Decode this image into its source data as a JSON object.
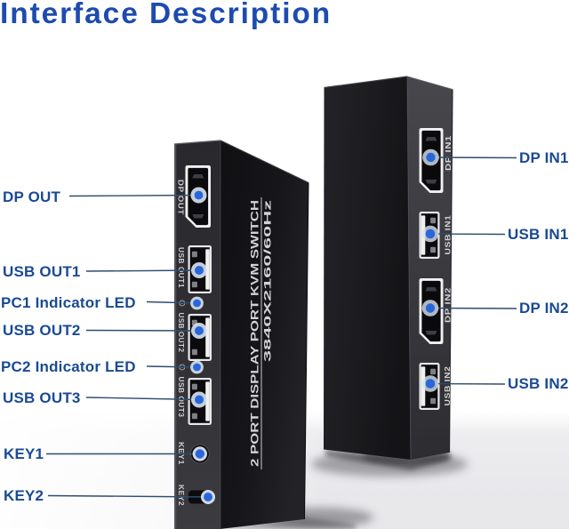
{
  "title": "Interface Description",
  "colors": {
    "title_blue": "#1d4bb0",
    "label_blue": "#1a4a94",
    "line_navy": "#2e4d6f",
    "dot_blue": "#2a66da",
    "device_black": "#1a1a1d"
  },
  "left_device": {
    "description": "2 port DP KVM switch, front panel view",
    "side_text_line1": "2 PORT DISPLAY PORT KVM SWITCH",
    "side_text_line2": "3840X2160/60Hz",
    "printed_labels": {
      "dp_out": "DP OUT",
      "usb_out1": "USB OUT1",
      "usb_out2": "USB OUT2",
      "usb_out3": "USB OUT3",
      "key1": "KEY1",
      "key2": "KEY2"
    }
  },
  "right_device": {
    "description": "2 port DP KVM switch, rear panel view",
    "printed_labels": {
      "dp_in1": "DP IN1",
      "usb_in1": "USB IN1",
      "dp_in2": "DP IN2",
      "usb_in2": "USB IN2"
    }
  },
  "callouts": {
    "left": [
      {
        "id": "dp-out",
        "label": "DP OUT"
      },
      {
        "id": "usb-out1",
        "label": "USB OUT1"
      },
      {
        "id": "pc1-led",
        "label": "PC1 Indicator LED"
      },
      {
        "id": "usb-out2",
        "label": "USB OUT2"
      },
      {
        "id": "pc2-led",
        "label": "PC2 Indicator LED"
      },
      {
        "id": "usb-out3",
        "label": "USB OUT3"
      },
      {
        "id": "key1",
        "label": "KEY1"
      },
      {
        "id": "key2",
        "label": "KEY2"
      }
    ],
    "right": [
      {
        "id": "dp-in1",
        "label": "DP IN1"
      },
      {
        "id": "usb-in1",
        "label": "USB IN1"
      },
      {
        "id": "dp-in2",
        "label": "DP IN2"
      },
      {
        "id": "usb-in2",
        "label": "USB IN2"
      }
    ]
  }
}
